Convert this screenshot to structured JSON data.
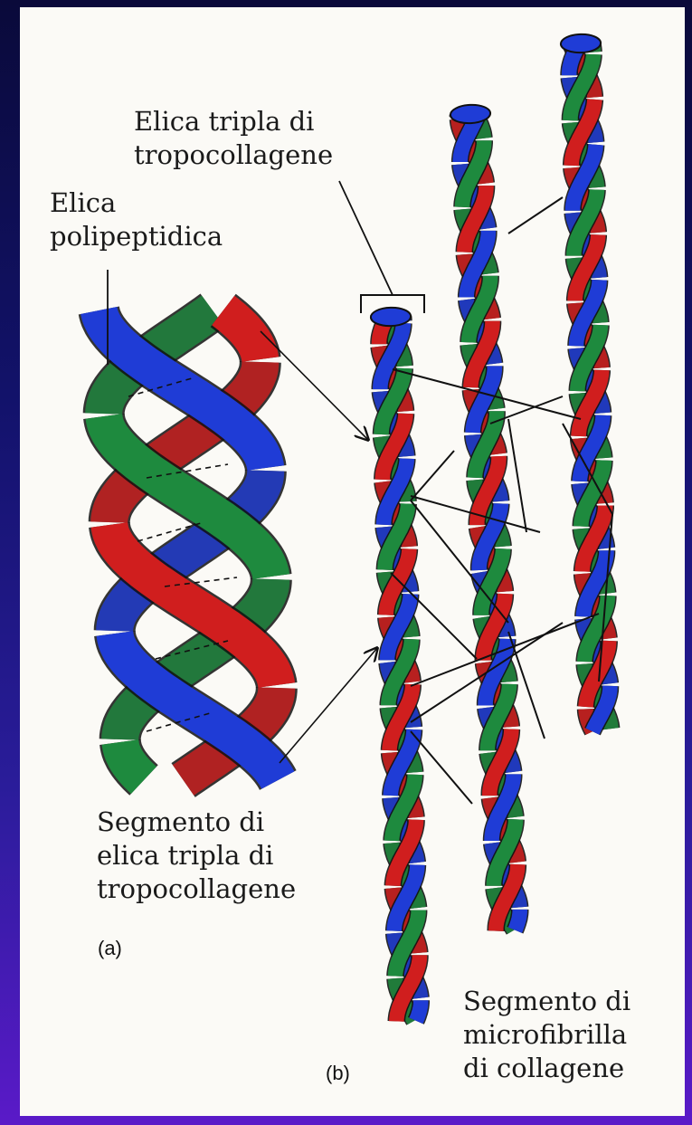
{
  "labels": {
    "triple_helix_title": [
      "Elica tripla di",
      "tropocollagene"
    ],
    "polypeptide_helix": [
      "Elica",
      "polipeptidica"
    ],
    "segment_triple_helix": [
      "Segmento di",
      "elica tripla di",
      "tropocollagene"
    ],
    "segment_microfibril": [
      "Segmento di",
      "microfibrilla",
      "di collagene"
    ],
    "panel_a": "(a)",
    "panel_b": "(b)"
  },
  "colors": {
    "red_strand": "#d01e1e",
    "green_strand": "#1e8a3e",
    "blue_strand": "#1f3cd6",
    "line": "#111111",
    "paper": "#fbfaf6"
  }
}
